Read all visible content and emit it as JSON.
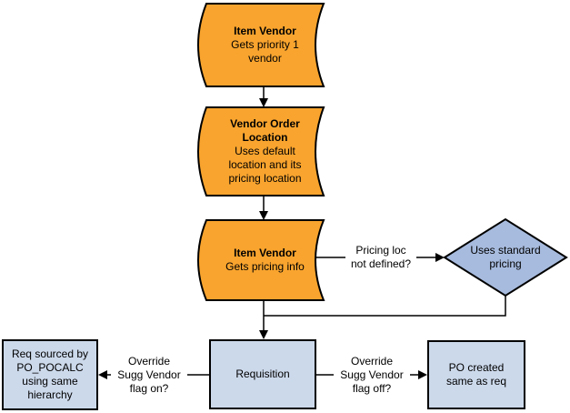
{
  "colors": {
    "stored_data_fill": "#F9A42E",
    "decision_fill": "#A7BBDE",
    "process_fill": "#CCD9EB",
    "stroke": "#000000",
    "background": "#FFFFFF"
  },
  "nodes": {
    "item_vendor_priority": {
      "title": "Item Vendor",
      "body": "Gets priority 1\nvendor"
    },
    "vendor_order_location": {
      "title": "Vendor Order\nLocation",
      "body": "Uses default\nlocation and its\npricing location"
    },
    "item_vendor_pricing": {
      "title": "Item Vendor",
      "body": "Gets pricing info"
    },
    "uses_standard_pricing": {
      "label": "Uses standard\npricing"
    },
    "req_sourced": {
      "label": "Req sourced by\nPO_POCALC\nusing same\nhierarchy"
    },
    "requisition": {
      "label": "Requisition"
    },
    "po_created": {
      "label": "PO created\nsame as req"
    }
  },
  "edge_labels": {
    "pricing_loc_not_defined": "Pricing loc\nnot defined?",
    "override_flag_on": "Override\nSugg Vendor\nflag on?",
    "override_flag_off": "Override\nSugg Vendor\nflag off?"
  }
}
